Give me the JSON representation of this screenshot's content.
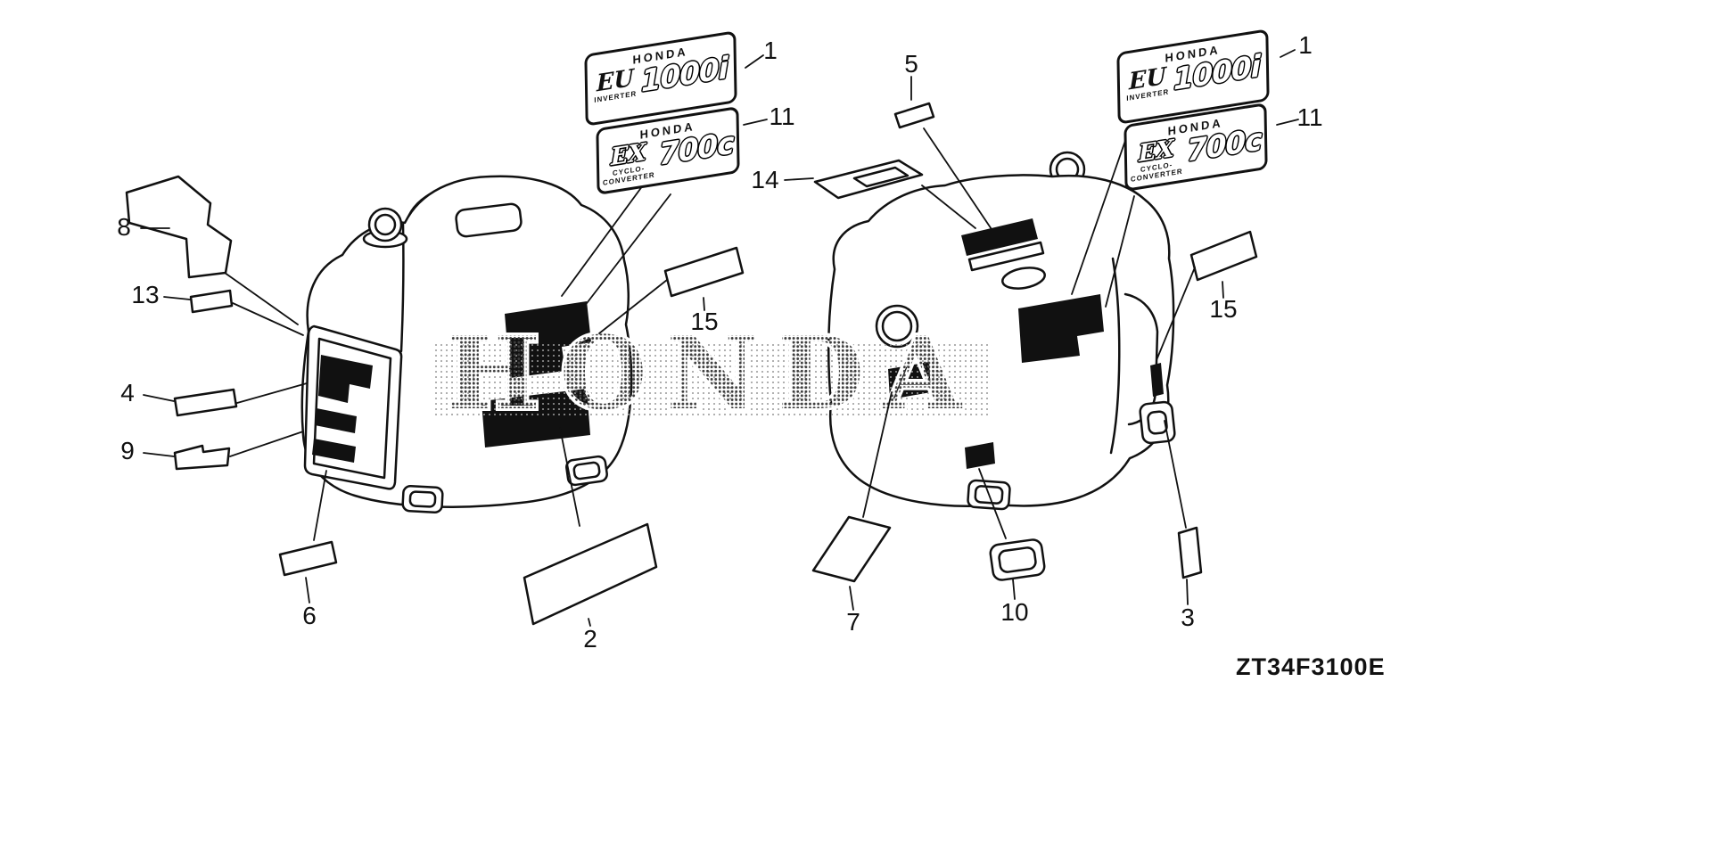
{
  "watermark": {
    "text": "HONDA"
  },
  "drawing_code": {
    "text": "ZT34F3100E"
  },
  "badges": {
    "eu1000i": {
      "brand": "HONDA",
      "series": "EU",
      "sub": "INVERTER",
      "model": "1000i"
    },
    "ex700c": {
      "brand": "HONDA",
      "series": "EX",
      "sub1": "CYCLO-",
      "sub2": "CONVERTER",
      "model": "700c"
    }
  },
  "callouts": {
    "p1_left": "1",
    "p11_left": "11",
    "p8": "8",
    "p13": "13",
    "p4": "4",
    "p9": "9",
    "p6": "6",
    "p2": "2",
    "p15_left": "15",
    "p5": "5",
    "p14": "14",
    "p1_right": "1",
    "p11_right": "11",
    "p15_right": "15",
    "p7": "7",
    "p10": "10",
    "p3": "3"
  }
}
